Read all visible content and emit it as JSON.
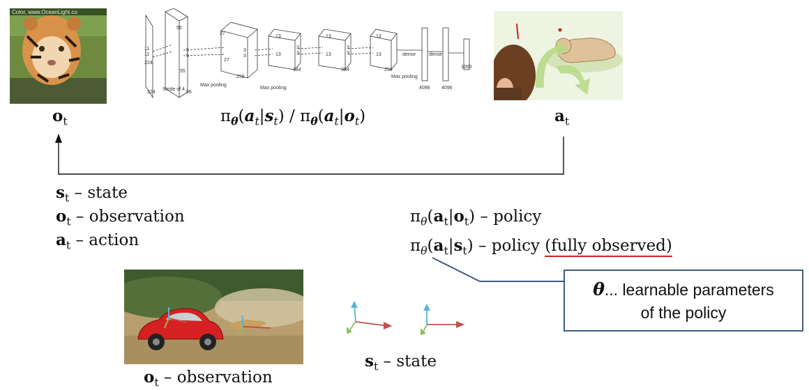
{
  "labels": {
    "obs_left": {
      "sym": "o",
      "sub": "t"
    },
    "policy_top": "π_θ(a_t|s_t) / π_θ(a_t|o_t)",
    "act_right": {
      "sym": "a",
      "sub": "t"
    },
    "policy_top_parts": {
      "pi": "π",
      "theta": "θ",
      "a": "a",
      "t": "t",
      "s": "s",
      "o": "o"
    },
    "bottom_obs": "observation",
    "bottom_state": "state"
  },
  "definitions": [
    {
      "sym": "s",
      "sub": "t",
      "text": " – state"
    },
    {
      "sym": "o",
      "sub": "t",
      "text": " – observation"
    },
    {
      "sym": "a",
      "sub": "t",
      "text": " – action"
    }
  ],
  "policies": [
    {
      "text": " – policy",
      "cond": "o",
      "extra": ""
    },
    {
      "text": " – policy ",
      "cond": "s",
      "extra": "(fully observed)"
    }
  ],
  "callout": {
    "theta": "θ",
    "line1": "... learnable parameters",
    "line2": "of the policy"
  },
  "network": {
    "image_corner_text": "Color, www.OceanLight.co",
    "labels": [
      "Stride of 4",
      "Max pooling",
      "Max pooling",
      "Max pooling",
      "dense",
      "dense"
    ],
    "numbers": [
      "224",
      "224",
      "11",
      "11",
      "55",
      "55",
      "96",
      "5",
      "5",
      "27",
      "27",
      "256",
      "3",
      "3",
      "13",
      "13",
      "384",
      "3",
      "3",
      "13",
      "13",
      "384",
      "3",
      "3",
      "13",
      "13",
      "256",
      "4096",
      "4096",
      "1000"
    ]
  },
  "colors": {
    "arrow": "#111111",
    "callout_border": "#3e5b86",
    "underline": "#d02020",
    "axis_blue": "#5ab4d6",
    "axis_green": "#8cc05a",
    "axis_red": "#c0504d"
  }
}
